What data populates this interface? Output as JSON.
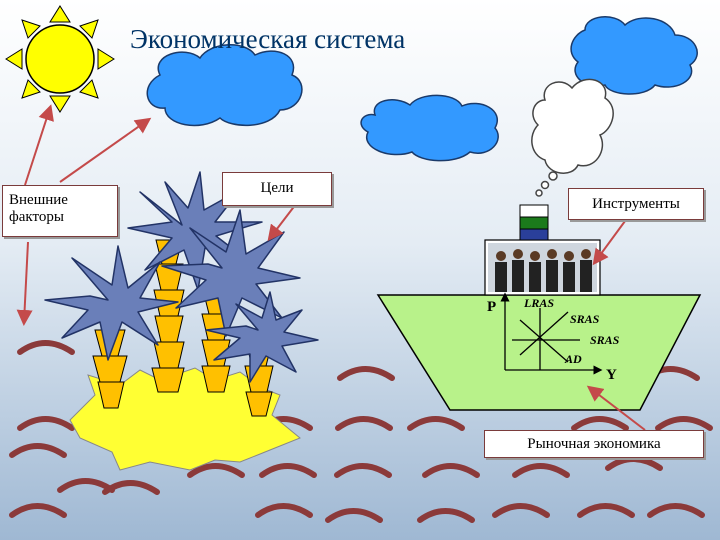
{
  "title": "Экономическая система",
  "labels": {
    "external": "Внешние факторы",
    "goals": "Цели",
    "tools": "Инструменты",
    "market": "Рыночная экономика"
  },
  "diagram": {
    "p_axis": "P",
    "y_axis": "Y",
    "lras": "LRAS",
    "sras1": "SRAS",
    "sras2": "SRAS",
    "ad": "AD"
  },
  "colors": {
    "sun": "#ffff00",
    "cloud": "#3399ff",
    "smoke": "#ffffff",
    "palm_leaf": "#6a7fb9",
    "pot": "#ffc000",
    "island": "#ffff33",
    "ship_hull": "#b8f28a",
    "wave": "#8b3a3a",
    "arrow": "#c44a4a"
  }
}
